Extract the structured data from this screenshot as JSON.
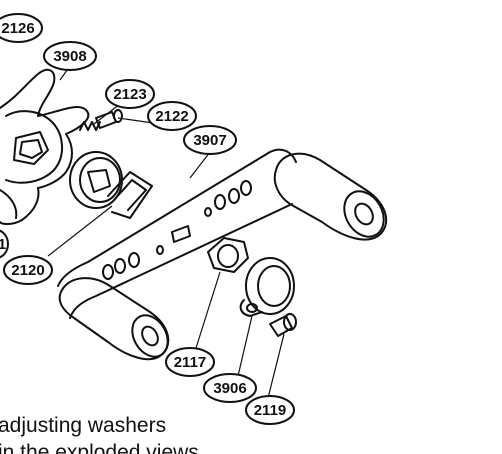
{
  "callouts": {
    "c2126": "2126",
    "c3908": "3908",
    "c2123": "2123",
    "c2122": "2122",
    "c3907": "3907",
    "c2120": "2120",
    "c2117": "2117",
    "c3906": "3906",
    "c2119": "2119",
    "c1": "1"
  },
  "caption": {
    "line1": "adjusting washers",
    "line2": "in the exploded views"
  }
}
